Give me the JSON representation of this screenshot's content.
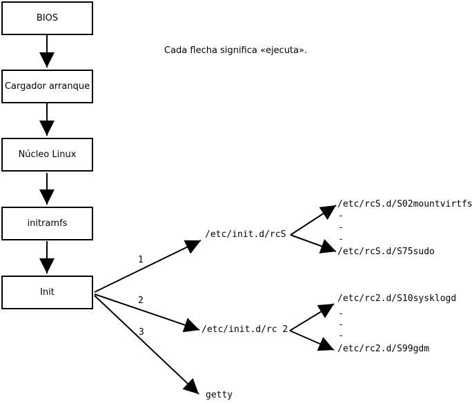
{
  "title": "Cada flecha significa «ejecuta».",
  "flow": {
    "boxes": [
      {
        "label": "BIOS"
      },
      {
        "label": "Cargador arranque"
      },
      {
        "label": "Núcleo Linux"
      },
      {
        "label": "initramfs"
      },
      {
        "label": "Init"
      }
    ]
  },
  "branches": {
    "labels": [
      "1",
      "2",
      "3"
    ],
    "targets": [
      "/etc/init.d/rcS",
      "/etc/init.d/rc 2",
      "getty"
    ]
  },
  "rcS_scripts": {
    "first": "/etc/rcS.d/S02mountvirtfs",
    "dots": [
      "-",
      "-",
      "-"
    ],
    "last": "/etc/rcS.d/S75sudo"
  },
  "rc2_scripts": {
    "first": "/etc/rc2.d/S10sysklogd",
    "dots": [
      "-",
      "-",
      "-"
    ],
    "last": "/etc/rc2.d/S99gdm"
  },
  "colors": {
    "line": "#000000",
    "background": "#ffffff"
  }
}
